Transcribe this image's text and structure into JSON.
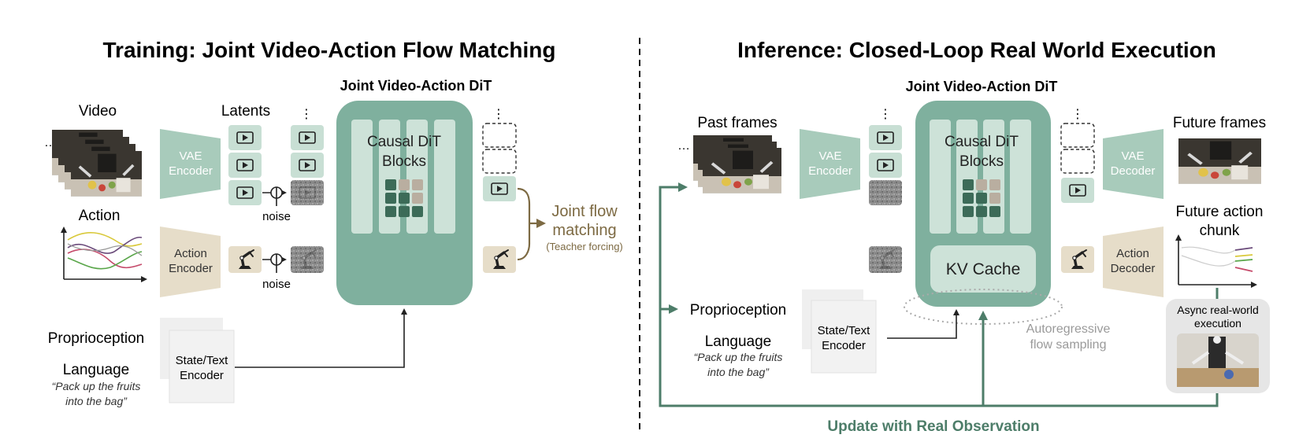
{
  "colors": {
    "dit_fill": "#7fb09e",
    "dit_column": "#cde2d8",
    "encoder_green": "#a8cbbb",
    "encoder_tan": "#e6ddc9",
    "latent_tile": "#c8dfd4",
    "grid_dark": "#3c6b58",
    "grid_light": "#b9aea0",
    "tan_text": "#7d6a43",
    "update_green": "#4d7d69",
    "gray_text": "#9a9a9a",
    "noise_gray": "#8a8a8a"
  },
  "training": {
    "title": "Training: Joint Video-Action Flow Matching",
    "dit_title": "Joint Video-Action DiT",
    "video_label": "Video",
    "latents_label": "Latents",
    "action_label": "Action",
    "vae_encoder": [
      "VAE",
      "Encoder"
    ],
    "action_encoder": [
      "Action",
      "Encoder"
    ],
    "noise_label": "noise",
    "blocks_label": [
      "Causal DiT",
      "Blocks"
    ],
    "joint_flow": [
      "Joint flow",
      "matching"
    ],
    "teacher_forcing": "(Teacher forcing)",
    "proprioception": "Proprioception",
    "language": "Language",
    "language_quote": [
      "“Pack up the fruits",
      "into the bag”"
    ],
    "state_text_encoder": [
      "State/Text",
      "Encoder"
    ],
    "ellipsis": "⋮",
    "dots": "…"
  },
  "inference": {
    "title": "Inference: Closed-Loop Real World Execution",
    "dit_title": "Joint Video-Action DiT",
    "past_frames": "Past frames",
    "future_frames": "Future frames",
    "vae_encoder": [
      "VAE",
      "Encoder"
    ],
    "vae_decoder": [
      "VAE",
      "Decoder"
    ],
    "action_decoder": [
      "Action",
      "Decoder"
    ],
    "blocks_label": [
      "Causal DiT",
      "Blocks"
    ],
    "kv_cache": "KV Cache",
    "future_action_chunk": [
      "Future action",
      "chunk"
    ],
    "async": [
      "Async real-world",
      "execution"
    ],
    "autoregressive": [
      "Autoregressive",
      "flow sampling"
    ],
    "proprioception": "Proprioception",
    "language": "Language",
    "language_quote": [
      "“Pack up the fruits",
      "into the bag”"
    ],
    "state_text_encoder": [
      "State/Text",
      "Encoder"
    ],
    "update": "Update with Real Observation",
    "ellipsis": "⋮",
    "dots": "…"
  }
}
